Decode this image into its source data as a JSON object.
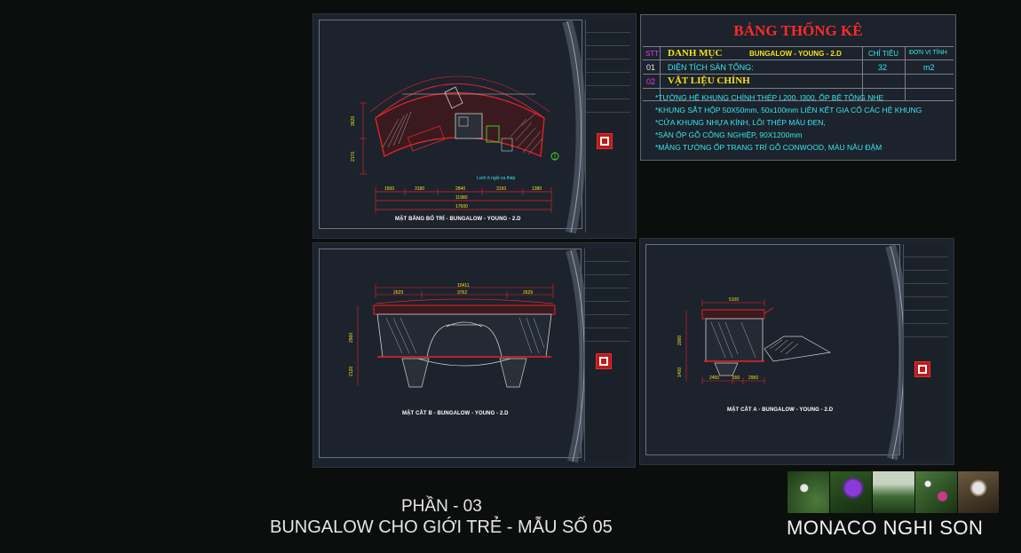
{
  "stat_table": {
    "title": "BẢNG THỐNG KÊ",
    "headers": {
      "stt": "STT",
      "category": "DANH MỤC",
      "project": "BUNGALOW - YOUNG - 2.D",
      "index": "CHỈ TIÊU",
      "unit": "ĐƠN VỊ TÍNH"
    },
    "row1": {
      "stt": "01",
      "label": "DIỆN TÍCH SÀN TỔNG:",
      "value": "32",
      "unit": "m2"
    },
    "row2": {
      "stt": "02",
      "label": "VẬT LIỆU CHÍNH"
    },
    "materials": [
      "*TƯỜNG HỆ KHUNG CHÍNH THÉP I,200, I300, ỐP BÊ TÔNG NHẸ",
      "*KHUNG SẮT HỘP 50X50mm, 50x100mm LIÊN KẾT GIA CỐ CÁC HỆ KHUNG",
      "*CỬA KHUNG NHỰA KÍNH, LÕI THÉP MÀU ĐEN,",
      "*SÀN ỐP GỖ CÔNG NGHIỆP, 90X1200mm",
      "*MẢNG TƯỜNG ỐP TRANG TRÍ GỖ CONWOOD, MÀU NÂU ĐẬM"
    ]
  },
  "drawings": {
    "plan": {
      "label": "MẶT BẰNG BỐ TRÍ - BUNGALOW - YOUNG - 2.D",
      "dims": [
        "1500",
        "3180",
        "2840",
        "3150",
        "1380"
      ],
      "total1": "11980",
      "total2": "17600",
      "note": "Lưới ô ngồi ca thép",
      "side_dims": [
        "3620",
        "2170"
      ]
    },
    "section_b": {
      "label": "MẶT CẮT B - BUNGALOW - YOUNG - 2.D",
      "dims": [
        "2629",
        "3762",
        "2629"
      ],
      "total": "10411",
      "side_dims": [
        "2960",
        "2120"
      ]
    },
    "section_a": {
      "label": "MẶT CẮT A - BUNGALOW - YOUNG - 2.D",
      "dims": [
        "2450",
        "550",
        "2950"
      ],
      "top_dim": "5100",
      "side_dims": [
        "2000",
        "1400"
      ]
    }
  },
  "caption": {
    "part": "PHẦN -  03",
    "title": "BUNGALOW CHO GIỚI TRẺ - MẪU SỐ 05"
  },
  "brand": "MONACO NGHI SON",
  "colors": {
    "background": "#0b0e0c",
    "sheet": "#1d232c",
    "red": "#e8222a",
    "yellow": "#f4e21c",
    "green": "#4ef02c",
    "cyan": "#35e7f0",
    "magenta": "#e23cf0"
  },
  "icons": [
    "logo-seal-icon",
    "compass-icon"
  ]
}
